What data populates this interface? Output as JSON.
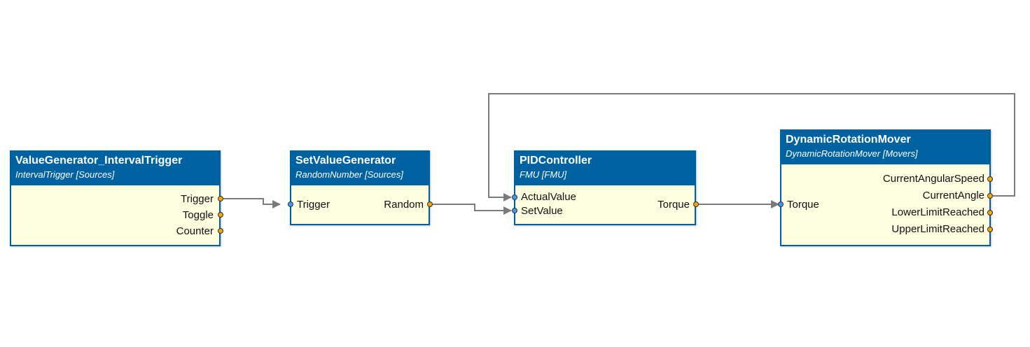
{
  "blocks": [
    {
      "title": "ValueGenerator_IntervalTrigger",
      "subtitle": "IntervalTrigger [Sources]",
      "inputs": [],
      "outputs": [
        "Trigger",
        "Toggle",
        "Counter"
      ]
    },
    {
      "title": "SetValueGenerator",
      "subtitle": "RandomNumber [Sources]",
      "inputs": [
        "Trigger"
      ],
      "outputs": [
        "Random"
      ]
    },
    {
      "title": "PIDController",
      "subtitle": "FMU [FMU]",
      "inputs": [
        "ActualValue",
        "SetValue"
      ],
      "outputs": [
        "Torque"
      ]
    },
    {
      "title": "DynamicRotationMover",
      "subtitle": "DynamicRotationMover [Movers]",
      "inputs": [
        "Torque"
      ],
      "outputs": [
        "CurrentAngularSpeed",
        "CurrentAngle",
        "LowerLimitReached",
        "UpperLimitReached"
      ]
    }
  ],
  "connections": [
    {
      "from": "ValueGenerator_IntervalTrigger.Trigger",
      "to": "SetValueGenerator.Trigger"
    },
    {
      "from": "SetValueGenerator.Random",
      "to": "PIDController.SetValue"
    },
    {
      "from": "PIDController.Torque",
      "to": "DynamicRotationMover.Torque"
    },
    {
      "from": "DynamicRotationMover.CurrentAngle",
      "to": "PIDController.ActualValue"
    }
  ],
  "colors": {
    "header": "#0062a1",
    "border": "#005f9e",
    "body": "#fdfde0",
    "output_port": "#f5a400",
    "input_port": "#3a9bf0",
    "wire": "#7a7a7a"
  }
}
